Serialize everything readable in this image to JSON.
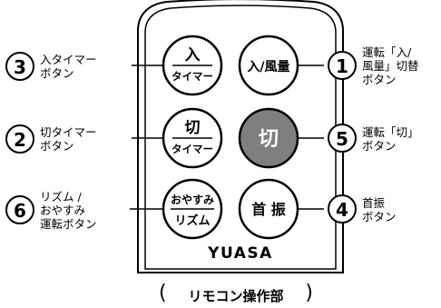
{
  "brand": "YUASA",
  "caption": "リモコン操作部",
  "buttons": {
    "nyu_timer": {
      "line1": "入",
      "line2": "タイマー"
    },
    "nyu_fuuryou": {
      "line1": "入/風量"
    },
    "kiri_timer": {
      "line1": "切",
      "line2": "タイマー"
    },
    "kiri": {
      "line1": "切"
    },
    "rhythm": {
      "line1": "おやすみ",
      "line2": "リズム"
    },
    "shufuri": {
      "line1": "首 振"
    }
  },
  "callouts": {
    "n1": {
      "num": "1",
      "lines": [
        "運転「入/",
        "風量」切替",
        "ボタン"
      ]
    },
    "n2": {
      "num": "2",
      "lines": [
        "切タイマー",
        "ボタン"
      ]
    },
    "n3": {
      "num": "3",
      "lines": [
        "入タイマー",
        "ボタン"
      ]
    },
    "n4": {
      "num": "4",
      "lines": [
        "首振",
        "ボタン"
      ]
    },
    "n5": {
      "num": "5",
      "lines": [
        "運転「切」",
        "ボタン"
      ]
    },
    "n6": {
      "num": "6",
      "lines": [
        "リズム /",
        "おやすみ",
        "運転ボタン"
      ]
    }
  },
  "colors": {
    "outline": "#000000",
    "kiri_button_fill": "#7f7f7f",
    "kiri_text": "#ffffff"
  }
}
